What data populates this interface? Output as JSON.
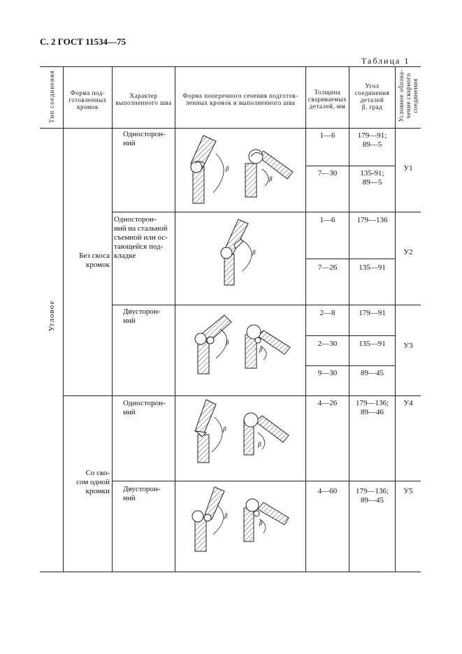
{
  "page_header": "С. 2 ГОСТ 11534—75",
  "table_caption": "Таблица 1",
  "headers": {
    "type": "Тип соединения",
    "edge_form": "Форма под-\nготовленных\nкромок",
    "weld_char": "Характер\nвыполненного шва",
    "section_form": "Форма поперечного сечения подготов-\nленных кромок и выполненного шва",
    "thickness": "Толщина\nсвариваемых\nдеталей, мм",
    "angle": "Угол\nсоединения\nдеталей\nβ, град",
    "designation": "Условное обозна-\nчение сварного\nсоединения"
  },
  "type_value": "Угловое",
  "edge_forms": [
    "Без скоса кромок",
    "Со ско-\nсом одной\nкромки"
  ],
  "rows": [
    {
      "weld": "Односторон-\nний",
      "lines": [
        {
          "t": "1—6",
          "a": "179—91;\n89—5"
        },
        {
          "t": "7—30",
          "a": "135-91;\n89—5"
        }
      ],
      "code": "У1"
    },
    {
      "weld": "Односторон-\nний на стальной\nсъемной или ос-\nтающейся под-\nкладке",
      "lines": [
        {
          "t": "1—6",
          "a": "179—136"
        },
        {
          "t": "7—26",
          "a": "135—91"
        }
      ],
      "code": "У2"
    },
    {
      "weld": "Двусторон-\nний",
      "lines": [
        {
          "t": "2—8",
          "a": "179—91"
        },
        {
          "t": "2—30",
          "a": "135—91"
        },
        {
          "t": "9—30",
          "a": "89—45"
        }
      ],
      "code": "У3"
    },
    {
      "weld": "Односторон-\nний",
      "lines": [
        {
          "t": "4—26",
          "a": "179—136;\n89—46"
        }
      ],
      "code": "У4"
    },
    {
      "weld": "Двусторон-\nний",
      "lines": [
        {
          "t": "4—60",
          "a": "179—136;\n89—45"
        }
      ],
      "code": "У5"
    }
  ],
  "beta_symbol": "β"
}
